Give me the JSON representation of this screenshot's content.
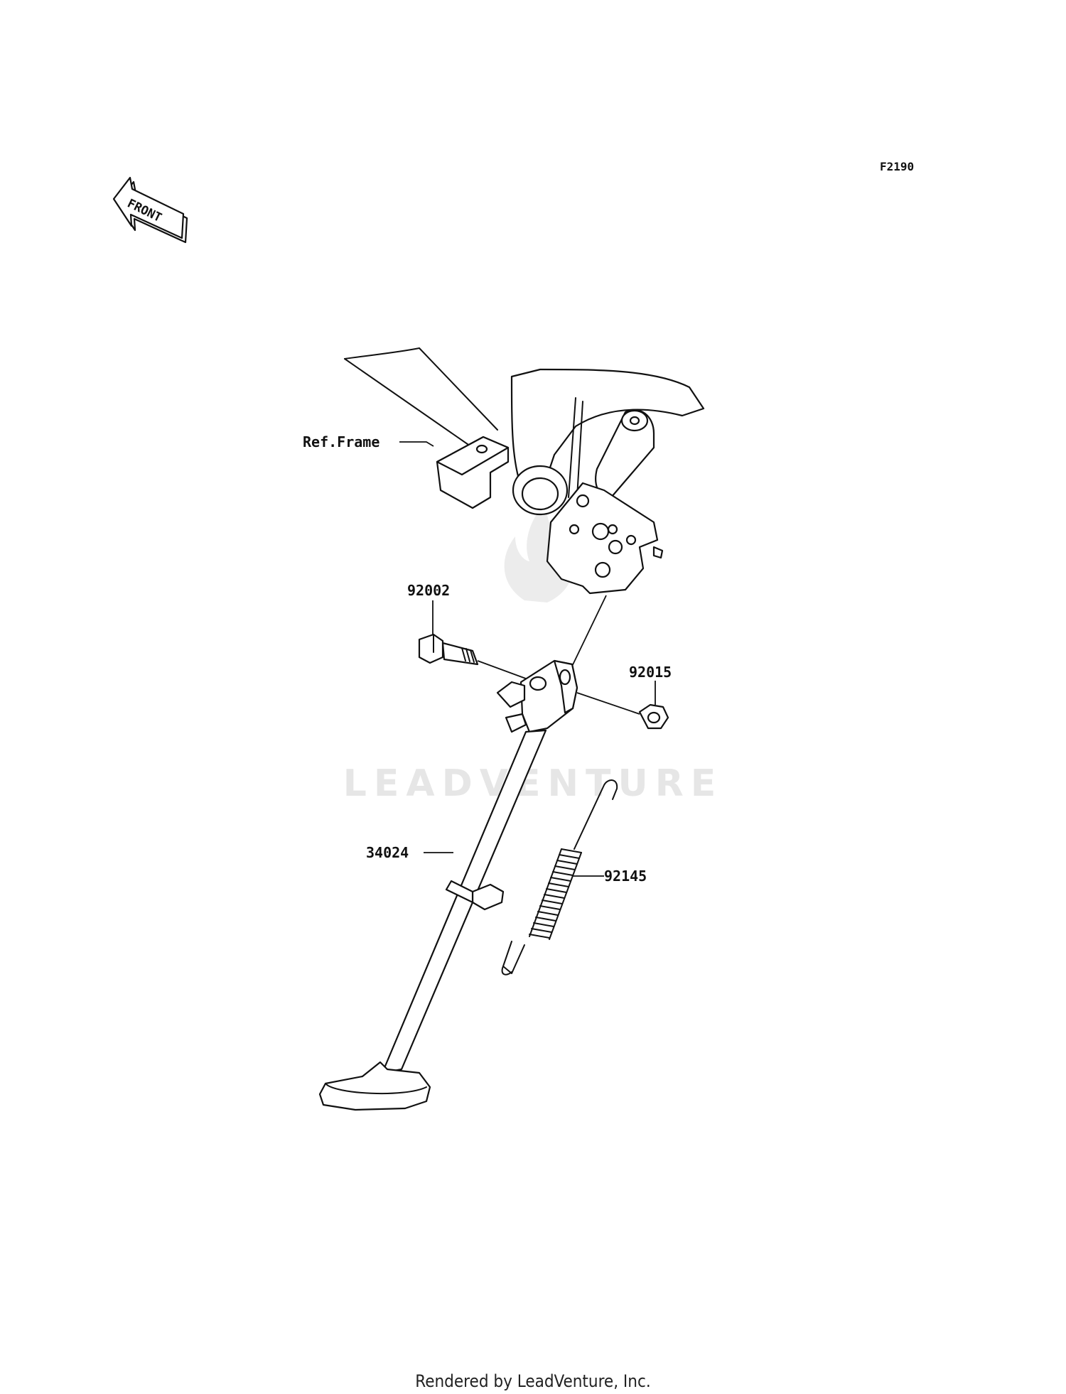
{
  "figure_code": "F2190",
  "front_arrow_label": "FRONT",
  "watermark_text": "LEADVENTURE",
  "callouts": {
    "ref_frame": "Ref.Frame",
    "bolt": "92002",
    "nut": "92015",
    "side_stand": "34024",
    "spring": "92145"
  },
  "footer_text": "Rendered by LeadVenture, Inc."
}
